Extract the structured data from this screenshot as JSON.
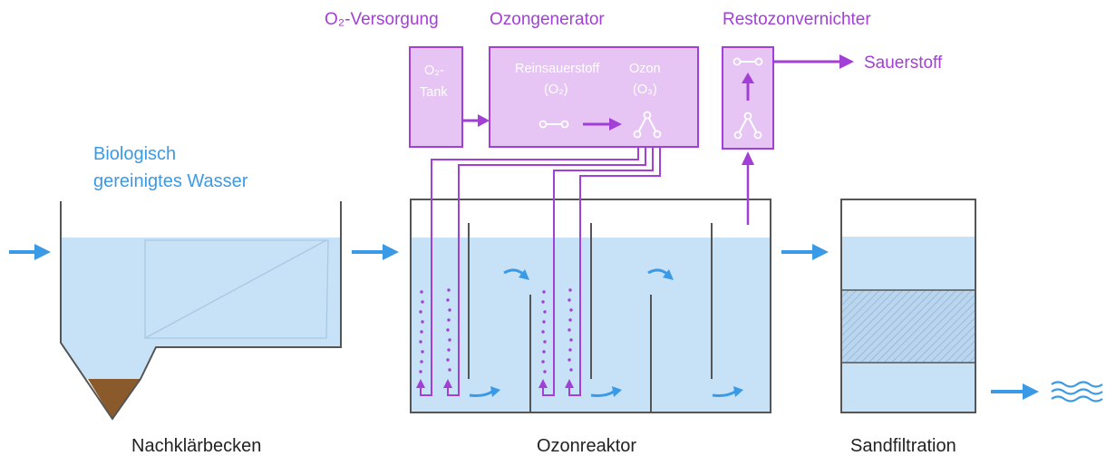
{
  "colors": {
    "purple": "#a23fd6",
    "box_fill": "#e6c4f3",
    "water": "#c7e2f7",
    "arrow_blue": "#3b9ae6",
    "wall": "#555555",
    "sludge": "#8a5a2b"
  },
  "labels": {
    "o2_supply": "O₂-Versorgung",
    "ozone_generator": "Ozongenerator",
    "residual_ozone_destroyer": "Restozonvernichter",
    "o2_tank_line1": "O₂-",
    "o2_tank_line2": "Tank",
    "pure_oxygen_line1": "Reinsauerstoff",
    "pure_oxygen_line2": "(O₂)",
    "ozone_line1": "Ozon",
    "ozone_line2": "(O₃)",
    "oxygen_out": "Sauerstoff",
    "bio_water_line1": "Biologisch",
    "bio_water_line2": "gereinigtes Wasser",
    "secondary_clarifier": "Nachklärbecken",
    "ozone_reactor": "Ozonreaktor",
    "sand_filtration": "Sandfiltration"
  },
  "icons": {
    "o2_molecule": "o2-molecule-icon",
    "o3_molecule": "o3-molecule-icon",
    "flow_arrow": "arrow-right-icon",
    "water_waves": "water-waves-icon"
  }
}
